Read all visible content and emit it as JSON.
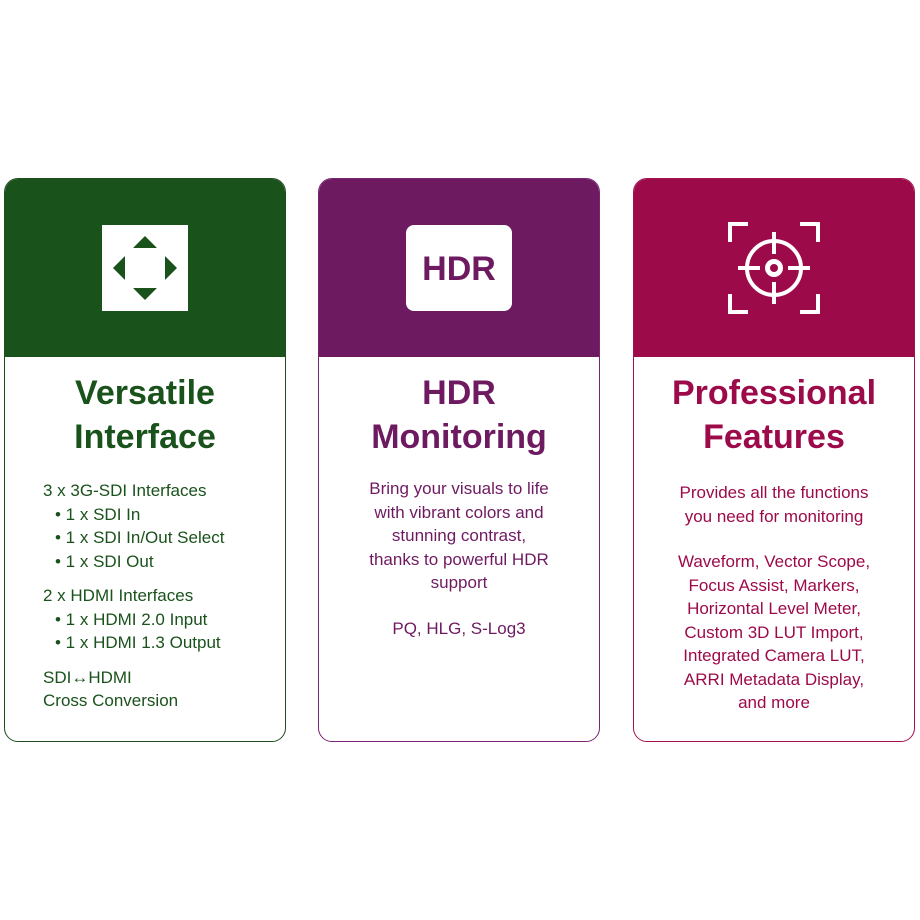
{
  "colors": {
    "versatile": "#1a521c",
    "hdr": "#6e1a61",
    "professional": "#9d0a4a",
    "background": "#ffffff"
  },
  "cards": [
    {
      "icon": "expand-arrows-icon",
      "title_lines": [
        "Versatile",
        "Interface"
      ],
      "groups": [
        {
          "heading": "3 x 3G-SDI Interfaces",
          "items": [
            "• 1 x SDI In",
            "• 1 x SDI In/Out Select",
            "• 1 x SDI Out"
          ]
        },
        {
          "heading": "2 x HDMI Interfaces",
          "items": [
            "• 1 x HDMI 2.0 Input",
            "• 1 x HDMI 1.3 Output"
          ]
        },
        {
          "heading": "SDI↔HDMI",
          "items": [
            "Cross Conversion"
          ]
        }
      ]
    },
    {
      "icon": "hdr-badge-icon",
      "icon_label": "HDR",
      "title_lines": [
        "HDR",
        "Monitoring"
      ],
      "description_lines": [
        "Bring your visuals to life",
        "with vibrant colors and",
        "stunning contrast,",
        "thanks to powerful HDR",
        "support"
      ],
      "formats": "PQ, HLG, S-Log3"
    },
    {
      "icon": "crosshair-target-icon",
      "title_lines": [
        "Professional",
        "Features"
      ],
      "description_lines": [
        "Provides all the functions",
        "you need for monitoring"
      ],
      "feature_lines": [
        "Waveform, Vector Scope,",
        "Focus Assist, Markers,",
        "Horizontal Level Meter,",
        "Custom 3D LUT Import,",
        "Integrated Camera LUT,",
        "ARRI Metadata Display,",
        "and more"
      ]
    }
  ]
}
